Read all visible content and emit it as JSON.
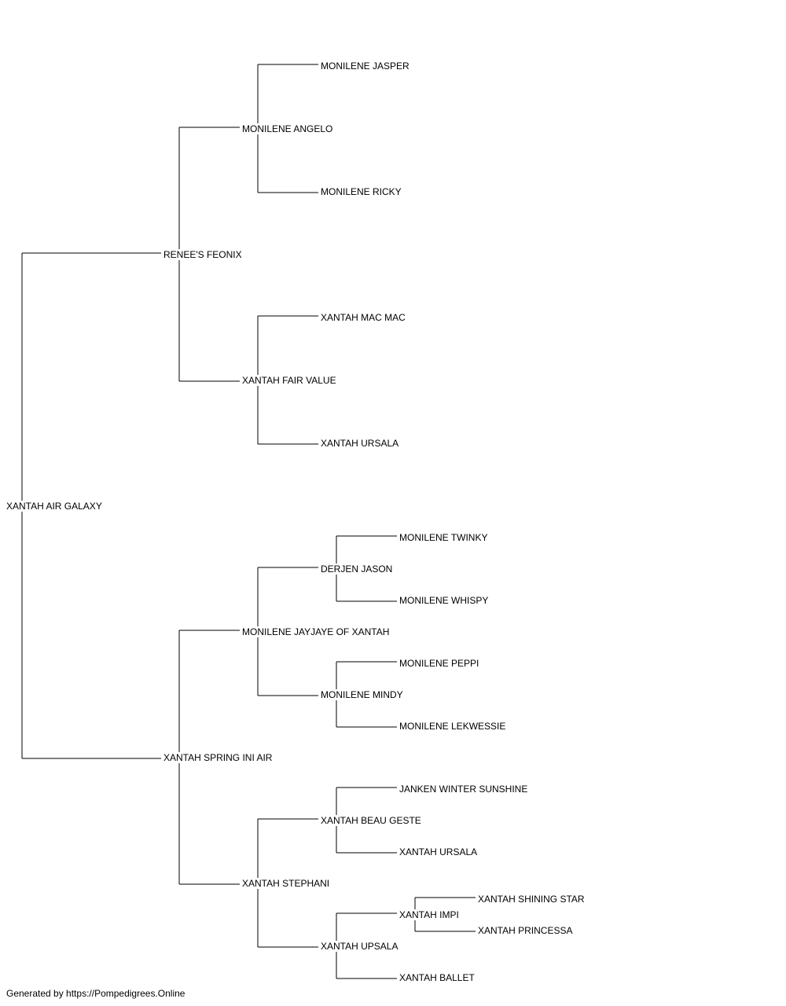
{
  "pedigree": {
    "subject": "XANTAH AIR GALAXY",
    "sire": "RENEE'S FEONIX",
    "dam": "XANTAH SPRING INI AIR",
    "sire_sire": "MONILENE ANGELO",
    "sire_sire_sire": "MONILENE JASPER",
    "sire_sire_dam": "MONILENE RICKY",
    "sire_dam": "XANTAH FAIR VALUE",
    "sire_dam_sire": "XANTAH MAC MAC",
    "sire_dam_dam": "XANTAH URSALA",
    "dam_sire": "MONILENE JAYJAYE OF XANTAH",
    "dam_sire_sire": "DERJEN JASON",
    "dam_sire_sire_sire": "MONILENE TWINKY",
    "dam_sire_sire_dam": "MONILENE WHISPY",
    "dam_sire_dam": "MONILENE MINDY",
    "dam_sire_dam_sire": "MONILENE PEPPI",
    "dam_sire_dam_dam": "MONILENE LEKWESSIE",
    "dam_dam": "XANTAH STEPHANI",
    "dam_dam_sire": "XANTAH BEAU GESTE",
    "dam_dam_sire_sire": "JANKEN WINTER SUNSHINE",
    "dam_dam_sire_dam": "XANTAH URSALA",
    "dam_dam_dam": "XANTAH UPSALA",
    "dam_dam_dam_sire": "XANTAH IMPI",
    "dam_dam_dam_sire_sire": "XANTAH SHINING STAR",
    "dam_dam_dam_sire_dam": "XANTAH PRINCESSA",
    "dam_dam_dam_dam": "XANTAH BALLET"
  },
  "footer": "Generated by https://Pompedigrees.Online"
}
